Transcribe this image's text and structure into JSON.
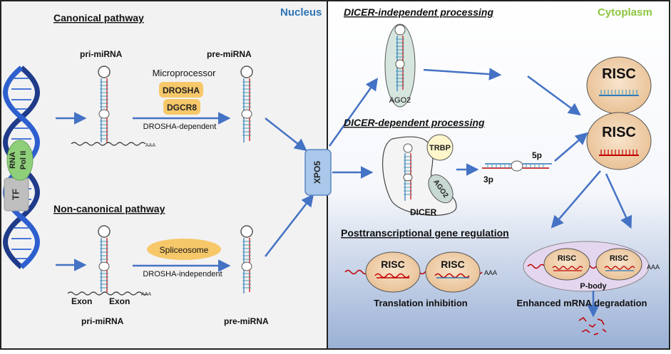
{
  "nucleus": {
    "title": "Nucleus",
    "canonical": {
      "heading": "Canonical pathway",
      "pri_label": "pri-miRNA",
      "pre_label": "pre-miRNA",
      "processor_label": "Microprocessor",
      "drosha": "DROSHA",
      "dgcr8": "DGCR8",
      "arrow_label": "DROSHA-dependent",
      "tail": "AAA"
    },
    "noncanonical": {
      "heading": "Non-canonical pathway",
      "spliceosome": "Spliceosome",
      "arrow_label": "DROSHA-independent",
      "exon_left": "Exon",
      "exon_right": "Exon",
      "pri_label": "pri-miRNA",
      "pre_label": "pre-miRNA",
      "tail": "AAA"
    },
    "tf": "TF",
    "rna_pol_line1": "RNA",
    "rna_pol_line2": "Pol II",
    "xpo5": "XPO5"
  },
  "cytoplasm": {
    "title": "Cytoplasm",
    "dicer_independent": {
      "heading": "DICER-independent processing",
      "ago2": "AGO2"
    },
    "dicer_dependent": {
      "heading": "DICER-dependent processing",
      "trbp": "TRBP",
      "ago2": "AGO2",
      "dicer": "DICER",
      "strand_5p": "5p",
      "strand_3p": "3p"
    },
    "risc_top": "RISC",
    "risc_bottom": "RISC",
    "regulation": {
      "heading": "Posttranscriptional gene regulation",
      "risc_a": "RISC",
      "risc_b": "RISC",
      "tail_a": "AAA",
      "translation_label": "Translation inhibition",
      "risc_c": "RISC",
      "risc_d": "RISC",
      "tail_b": "AAA",
      "pbody": "P-body",
      "degradation_label": "Enhanced mRNA degradation"
    }
  },
  "colors": {
    "blue": "#2e75b6",
    "red": "#c00000",
    "teal": "#4a9bb8",
    "nucleus_title": "#2e75b6",
    "cytoplasm_title": "#8dc63f",
    "risc_fill": "#f2d5b3",
    "drosha_fill": "#f7c86a",
    "rna_pol_fill": "#8fcf7a",
    "tf_fill": "#bfbfbf",
    "xpo5_fill": "#a9c8ea"
  }
}
